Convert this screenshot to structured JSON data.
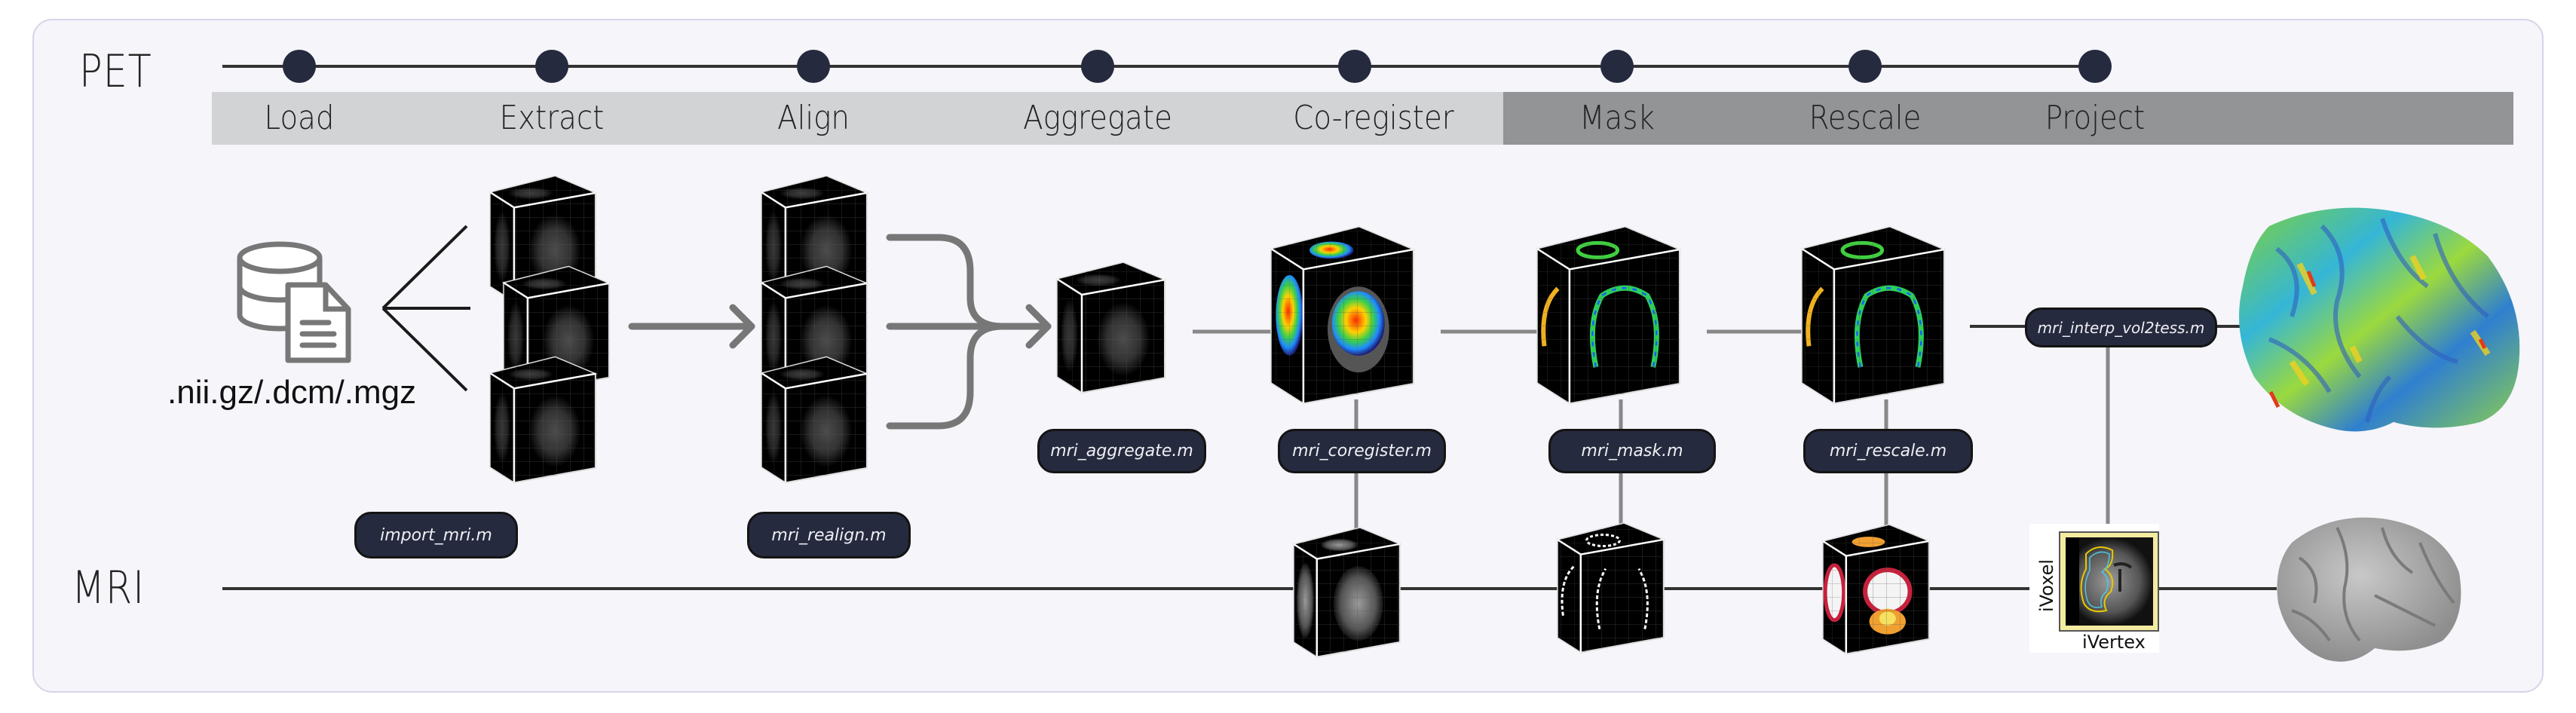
{
  "rows": {
    "pet_label": "PET",
    "mri_label": "MRI"
  },
  "stages": [
    {
      "label": "Load",
      "group": "preprocessing"
    },
    {
      "label": "Extract",
      "group": "preprocessing"
    },
    {
      "label": "Align",
      "group": "preprocessing"
    },
    {
      "label": "Aggregate",
      "group": "preprocessing"
    },
    {
      "label": "Co-register",
      "group": "preprocessing"
    },
    {
      "label": "Mask",
      "group": "processing"
    },
    {
      "label": "Rescale",
      "group": "processing"
    },
    {
      "label": "Project",
      "group": "processing"
    }
  ],
  "input": {
    "icon": "database-file-icon",
    "formats": ".nii.gz/.dcm/.mgz"
  },
  "functions": {
    "import": "import_mri.m",
    "realign": "mri_realign.m",
    "aggregate": "mri_aggregate.m",
    "coregister": "mri_coregister.m",
    "mask": "mri_mask.m",
    "rescale": "mri_rescale.m",
    "interp": "mri_interp_vol2tess.m"
  },
  "projection": {
    "voxel_label": "iVoxel",
    "vertex_label": "iVertex"
  },
  "images": {
    "pet_volumes": [
      "extract-frame-1",
      "extract-frame-2",
      "extract-frame-3",
      "aligned-frame-1",
      "aligned-frame-2",
      "aligned-frame-3",
      "aggregated-pet",
      "coregistered-pet",
      "masked-pet",
      "rescaled-pet"
    ],
    "mri_volumes": [
      "mri-t1",
      "mri-gm-mask",
      "mri-segmentation"
    ],
    "surfaces": [
      "pet-cortical-surface",
      "mri-cortical-surface"
    ]
  },
  "colors": {
    "panel_bg": "#f5f5fa",
    "stage_bar_light": "#d2d3d5",
    "stage_bar_dark": "#939496",
    "node_dot": "#262a3e",
    "pill_fill": "#262a3e",
    "arrow": "#777777",
    "connector": "#888888",
    "timeline": "#333333",
    "ivox_frame": "#f3eca0"
  }
}
